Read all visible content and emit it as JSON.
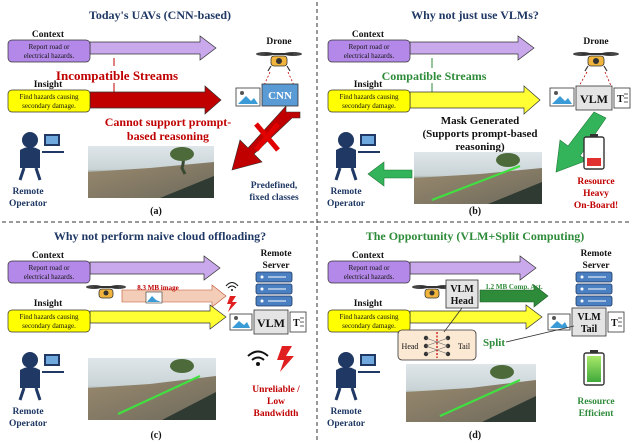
{
  "panels": {
    "a": {
      "title": "Today's UAVs (CNN-based)",
      "context_label": "Context",
      "context_text": [
        "Report road or",
        "electrical hazards."
      ],
      "insight_label": "Insight",
      "insight_text": [
        "Find hazards causing",
        "secondary damage."
      ],
      "drone_label": "Drone",
      "model_label": "CNN",
      "stream_text": "Incompatible Streams",
      "warning_text": [
        "Cannot support prompt-",
        "based reasoning"
      ],
      "operator_label": [
        "Remote",
        "Operator"
      ],
      "classes_text": [
        "Predefined,",
        "fixed classes"
      ],
      "caption": "(a)"
    },
    "b": {
      "title": "Why not just use VLMs?",
      "context_label": "Context",
      "context_text": [
        "Report road or",
        "electrical hazards."
      ],
      "insight_label": "Insight",
      "insight_text": [
        "Find hazards causing",
        "secondary damage."
      ],
      "drone_label": "Drone",
      "model_label": "VLM",
      "stream_text": "Compatible Streams",
      "mask_text": [
        "Mask Generated",
        "(Supports prompt-based",
        "reasoning)"
      ],
      "operator_label": [
        "Remote",
        "Operator"
      ],
      "resource_text": [
        "Resource",
        "Heavy",
        "On-Board!"
      ],
      "caption": "(b)"
    },
    "c": {
      "title": "Why not perform naive cloud offloading?",
      "context_label": "Context",
      "context_text": [
        "Report road or",
        "electrical hazards."
      ],
      "insight_label": "Insight",
      "insight_text": [
        "Find hazards causing",
        "secondary damage."
      ],
      "server_label": [
        "Remote",
        "Server"
      ],
      "model_label": "VLM",
      "transfer_label": "8.3 MB image",
      "operator_label": [
        "Remote",
        "Operator"
      ],
      "bandwidth_text": [
        "Unreliable /",
        "Low",
        "Bandwidth"
      ],
      "caption": "(c)"
    },
    "d": {
      "title": "The Opportunity (VLM+Split Computing)",
      "context_label": "Context",
      "context_text": [
        "Report road or",
        "electrical hazards."
      ],
      "insight_label": "Insight",
      "insight_text": [
        "Find hazards causing",
        "secondary damage."
      ],
      "server_label": [
        "Remote",
        "Server"
      ],
      "head_label": [
        "VLM",
        "Head"
      ],
      "tail_label": [
        "VLM",
        "Tail"
      ],
      "transfer_label": "1.2 MB Comp. Act.",
      "split_label": "Split",
      "split_head": "Head",
      "split_tail": "Tail",
      "operator_label": [
        "Remote",
        "Operator"
      ],
      "resource_text": [
        "Resource",
        "Efficient"
      ],
      "caption": "(d)"
    }
  },
  "colors": {
    "title_dark": "#1f3864",
    "title_green": "#2e8b3a",
    "red": "#c00000",
    "green": "#2e8b3a",
    "navy": "#1f3864",
    "purple_arrow": "#c9a8ec",
    "yellow_arrow": "#ffff33",
    "context_box": "#b388e8",
    "insight_box": "#ffff00",
    "incompatible_arrow": "#c00000",
    "compatible_arrow": "#33b35a",
    "model_box": "#e4e4e4",
    "server": "#4a7fc1"
  }
}
